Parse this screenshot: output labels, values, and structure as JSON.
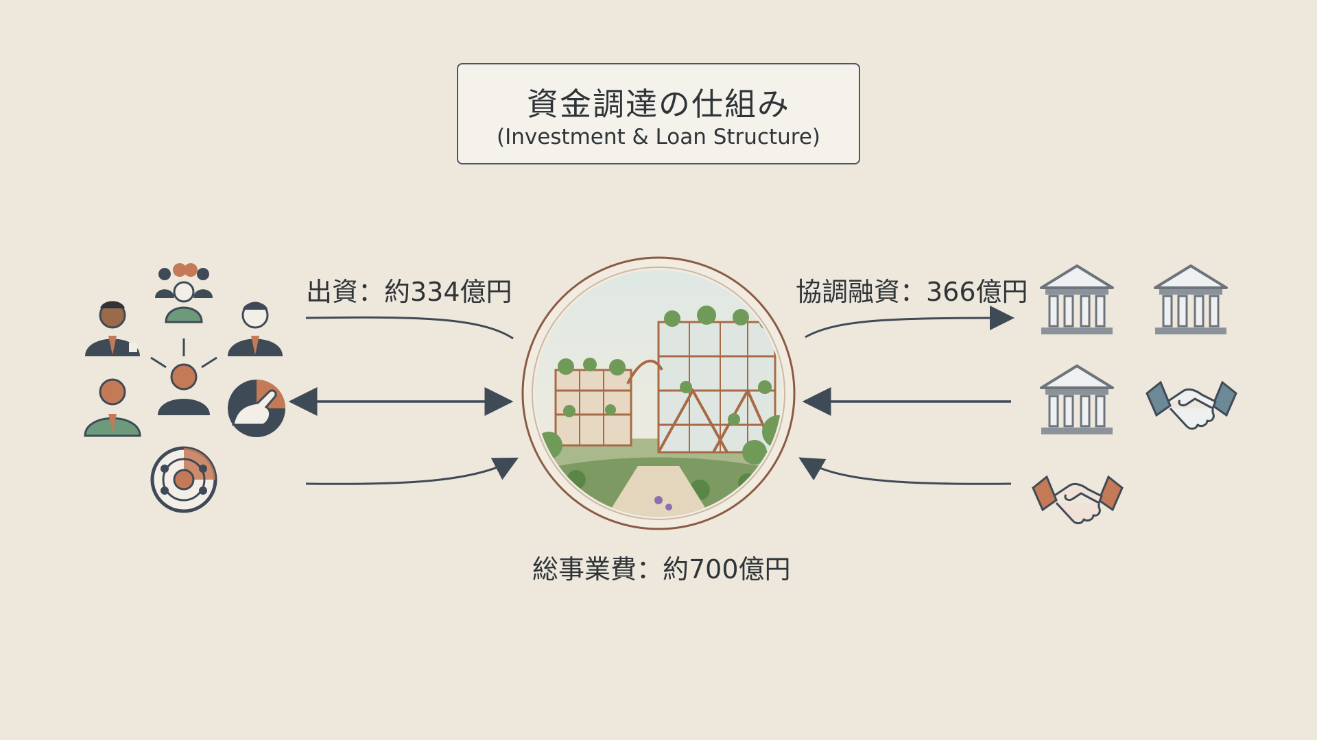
{
  "title": {
    "main": "資金調達の仕組み",
    "sub": "(Investment & Loan Structure)"
  },
  "labels": {
    "investment": "出資：約334億円",
    "loan": "協調融資：366億円",
    "total": "総事業費：約700億円"
  },
  "colors": {
    "background": "#ede7dc",
    "navy": "#3e4a56",
    "copper": "#c47a56",
    "green": "#6e9a7c",
    "circle_border": "#8a5a44",
    "bank_gray": "#8b929a"
  },
  "icons": {
    "left_group": [
      "group-icon",
      "businessman-icon",
      "businessman-icon",
      "central-person-icon",
      "businessman-icon",
      "hand-pointing-icon",
      "network-hub-icon"
    ],
    "right_group": [
      "bank-icon",
      "bank-icon",
      "bank-icon",
      "handshake-icon",
      "handshake-icon"
    ],
    "center": "green-building-image"
  }
}
